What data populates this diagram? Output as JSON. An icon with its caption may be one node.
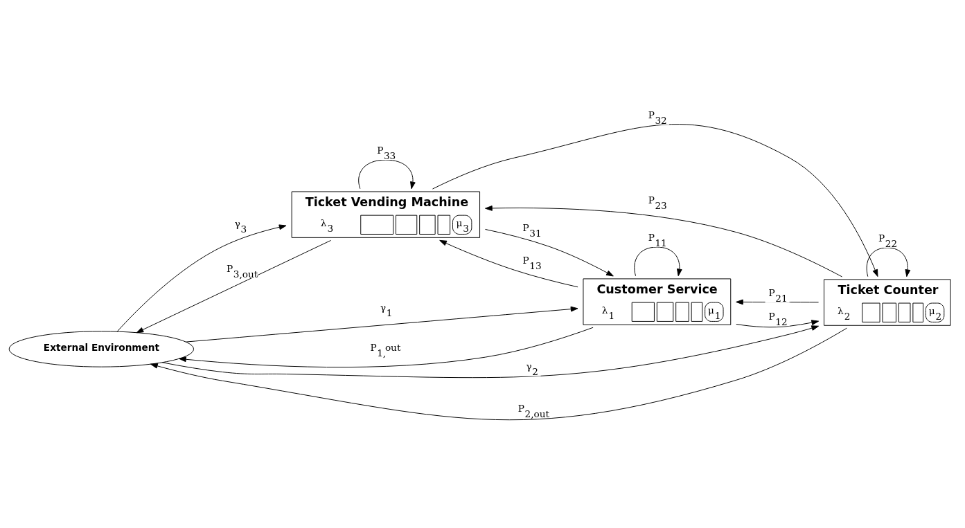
{
  "diagram": {
    "nodes": [
      {
        "text": [
          "External Environment"
        ]
      },
      {
        "text": [
          "Ticket Vending Machine",
          "λ$_{3}$",
          "μ$_{3}$"
        ]
      },
      {
        "text": [
          "Ticket Counter",
          "λ$_{2}$",
          "μ$_{2}$"
        ]
      },
      {
        "text": [
          "Customer Service",
          "λ$_{1}$",
          "μ$_{1}$"
        ]
      }
    ],
    "edges": [
      {
        "from": 0,
        "to": 2,
        "arrow": "to",
        "label": "γ$_{2}$"
      },
      {
        "from": 0,
        "to": 1,
        "arrow": "to",
        "label": "γ$_{3}$"
      },
      {
        "from": 0,
        "to": 3,
        "arrow": "to",
        "label": "γ$_{1}$"
      },
      {
        "from": 1,
        "to": 0,
        "arrow": "to",
        "label": "P$_{3,out}$"
      },
      {
        "from": 1,
        "to": 2,
        "arrow": "to",
        "label": "P$_{32}$"
      },
      {
        "from": 1,
        "to": 3,
        "arrow": "to",
        "label": "P$_{31}$"
      },
      {
        "from": 1,
        "to": 1,
        "arrow": "to",
        "label": "P$_{33}$"
      },
      {
        "from": 2,
        "to": 0,
        "arrow": "to",
        "label": "P$_{2,out}$"
      },
      {
        "from": 2,
        "to": 3,
        "arrow": "to",
        "label": "P$_{21}$"
      },
      {
        "from": 2,
        "to": 1,
        "arrow": "to",
        "label": "P$_{23}$"
      },
      {
        "from": 2,
        "to": 2,
        "arrow": "to",
        "label": "P$_{22}$"
      },
      {
        "from": 3,
        "to": 0,
        "arrow": "to",
        "label": "P$_{1,}$out"
      },
      {
        "from": 3,
        "to": 2,
        "arrow": "to",
        "label": "P$_{12}$"
      },
      {
        "from": 3,
        "to": 1,
        "arrow": "to",
        "label": "P$_{13}$"
      },
      {
        "from": 3,
        "to": 3,
        "arrow": "to",
        "label": "P$_{11}$"
      }
    ]
  }
}
